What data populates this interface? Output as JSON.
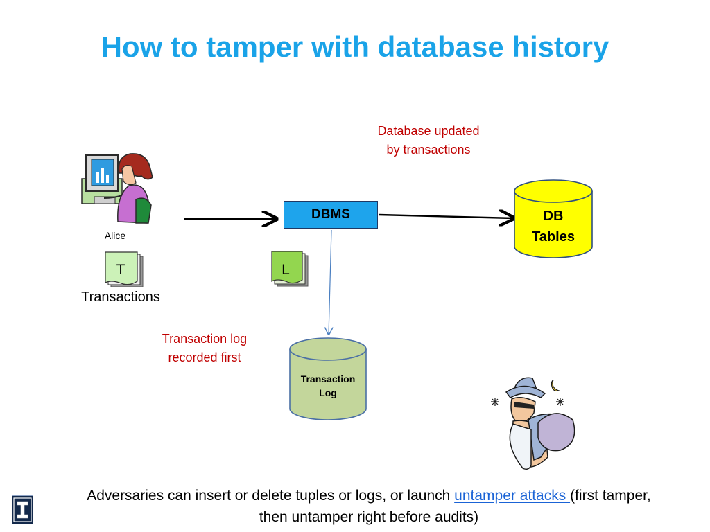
{
  "title": "How to tamper with database history",
  "notes": {
    "db_updated_line1": "Database updated",
    "db_updated_line2": "by transactions",
    "log_first_line1": "Transaction log",
    "log_first_line2": "recorded first"
  },
  "alice": {
    "label": "Alice"
  },
  "transactions": {
    "doc_letter": "T",
    "label": "Transactions"
  },
  "log_doc": {
    "letter": "L"
  },
  "dbms": {
    "label": "DBMS"
  },
  "db_tables": {
    "line1": "DB",
    "line2": "Tables"
  },
  "transaction_log_db": {
    "line1": "Transaction",
    "line2": "Log"
  },
  "bottom": {
    "text_before": "Adversaries can insert or delete tuples or logs, or launch ",
    "link": "untamper attacks ",
    "text_after": "(first tamper, then untamper right before audits)"
  },
  "logo": {
    "letter": "I"
  },
  "colors": {
    "title": "#1aa3e8",
    "notes": "#c00000",
    "dbms_fill": "#1ea4ec",
    "db_tables_fill": "#ffff00",
    "log_cylinder_fill": "#c3d69b",
    "link": "#1a63d6"
  }
}
